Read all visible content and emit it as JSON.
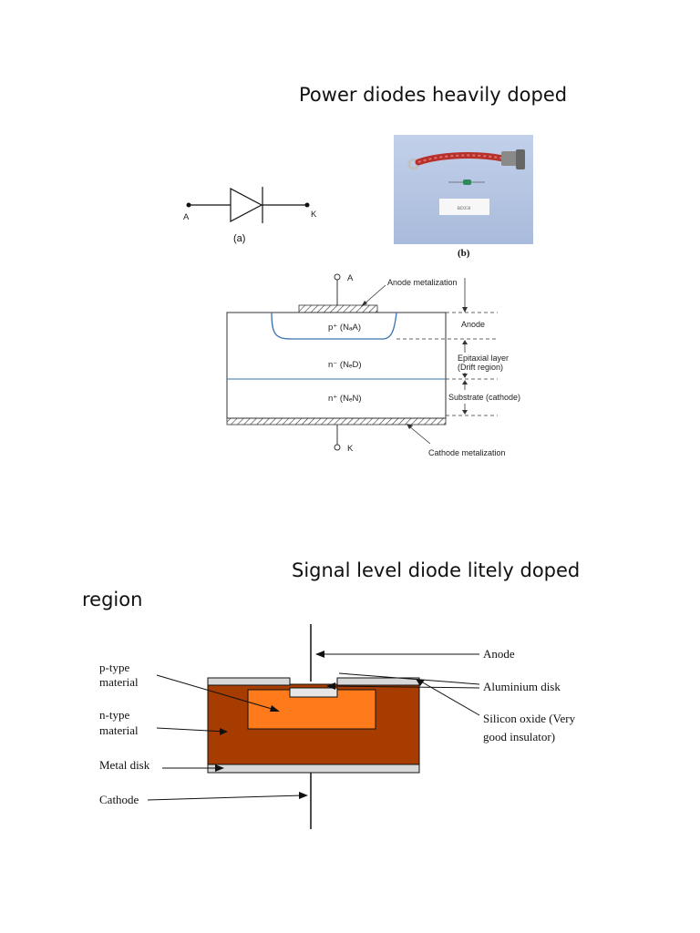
{
  "headings": {
    "power": "Power diodes heavily doped",
    "signal_line1": "Signal level diode litely doped",
    "signal_line2": "region"
  },
  "symbol_figure": {
    "anode_label": "A",
    "cathode_label": "K",
    "caption": "(a)"
  },
  "photo_figure": {
    "caption": "(b)",
    "card_text": "BD350"
  },
  "power_structure": {
    "terminal_anode": "A",
    "terminal_cathode": "K",
    "p_region": "p⁺ (NₐA)",
    "n_minus_region": "n⁻ (NₑD)",
    "n_plus_region": "n⁺ (NₑN)",
    "anode_metalization": "Anode metalization",
    "cathode_metalization": "Cathode metalization",
    "anode_layer": "Anode",
    "epitaxial_layer": "Epitaxial layer",
    "drift_region": "(Drift region)",
    "substrate": "Substrate (cathode)"
  },
  "signal_structure": {
    "p_type_line1": "p-type",
    "p_type_line2": "material",
    "n_type_line1": "n-type",
    "n_type_line2": "material",
    "metal_disk": "Metal disk",
    "cathode": "Cathode",
    "anode": "Anode",
    "aluminium_disk": "Aluminium disk",
    "silicon_oxide_line1": "Silicon oxide (Very",
    "silicon_oxide_line2": "good insulator)"
  },
  "colors": {
    "n_type": "#a63c00",
    "p_type": "#ff7a1a",
    "metal": "#d8d8d8",
    "junction_line": "#3a73b0",
    "photo_bg": "#b8c8e4",
    "cable": "#b8302a"
  }
}
